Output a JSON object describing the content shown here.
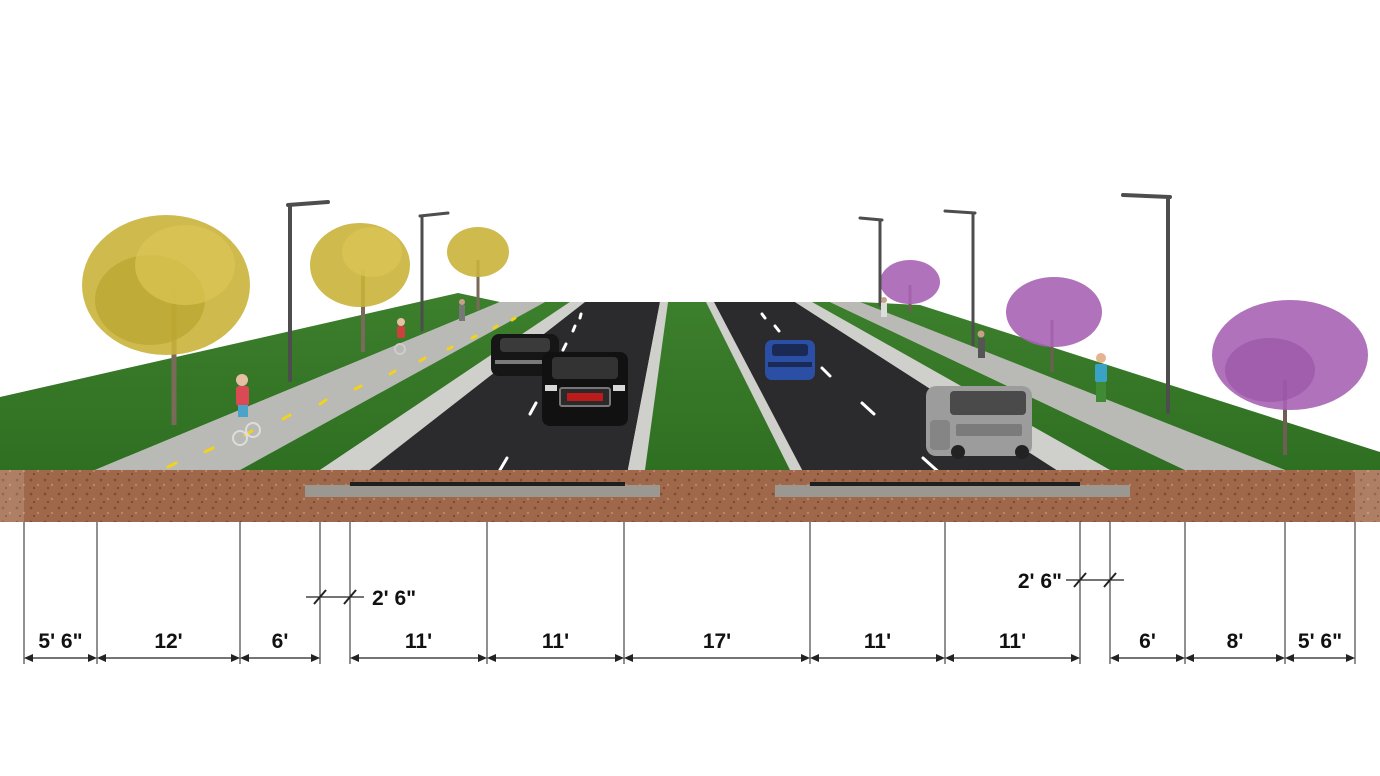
{
  "colors": {
    "grass": "#3f8a2e",
    "grass_dark": "#2f6f22",
    "asphalt": "#2b2b2d",
    "path": "#b9b9b6",
    "curb": "#cfcfcc",
    "soil": "#a0684a",
    "soil_dark": "#7d4f36",
    "lane_marking_white": "#ffffff",
    "lane_marking_yellow": "#f2d21a",
    "tree_yellow": "#c9b33a",
    "tree_purple": "#a863b5",
    "dimension_line": "#222222"
  },
  "dimensions": {
    "bottom": [
      "5' 6\"",
      "12'",
      "6'",
      "11'",
      "11'",
      "17'",
      "11'",
      "11'",
      "6'",
      "8'",
      "5' 6\""
    ],
    "curb_left": "2' 6\"",
    "curb_right": "2' 6\""
  },
  "icons": {
    "tree": "deciduous-tree-icon",
    "streetlight": "streetlight-icon",
    "car": "car-icon",
    "cyclist": "cyclist-icon",
    "pedestrian": "pedestrian-icon"
  }
}
